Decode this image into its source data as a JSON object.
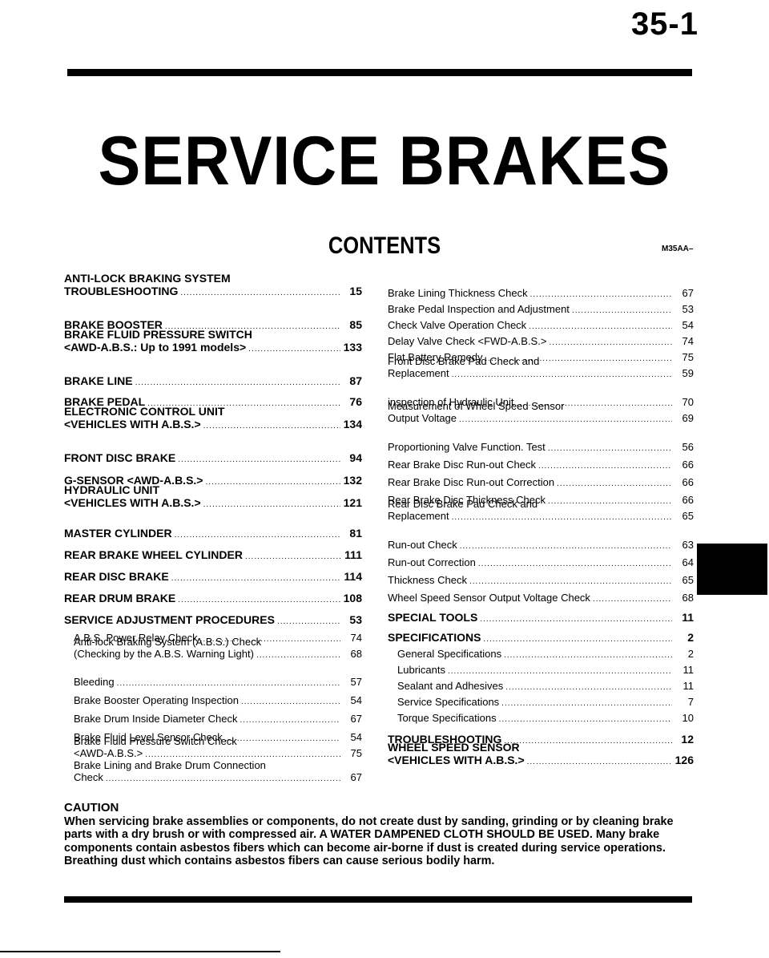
{
  "header": {
    "page_number": "35-1",
    "title": "SERVICE BRAKES",
    "contents_heading": "CONTENTS",
    "doc_code": "M35AA–"
  },
  "left_column": [
    {
      "label": "ANTI-LOCK BRAKING SYSTEM",
      "text": "TROUBLESHOOTING",
      "page": "15"
    },
    {
      "text": "BRAKE BOOSTER",
      "page": "85"
    },
    {
      "label": "BRAKE FLUID PRESSURE SWITCH",
      "text": "<AWD-A.B.S.: Up to 1991 models>",
      "page": "133"
    },
    {
      "text": "BRAKE LINE",
      "page": "87"
    },
    {
      "text": "BRAKE PEDAL",
      "page": "76"
    },
    {
      "label": "ELECTRONIC CONTROL UNIT",
      "text": "<VEHICLES WITH A.B.S.>",
      "page": "134"
    },
    {
      "text": "FRONT DISC BRAKE",
      "page": "94"
    },
    {
      "text": "G-SENSOR <AWD-A.B.S.>",
      "page": "132"
    },
    {
      "label": "HYDRAULIC UNIT",
      "text": "<VEHICLES WITH A.B.S.>",
      "page": "121"
    },
    {
      "text": "MASTER CYLINDER",
      "page": "81"
    },
    {
      "text": "REAR BRAKE WHEEL CYLINDER",
      "page": "111"
    },
    {
      "text": "REAR DISC BRAKE",
      "page": "114"
    },
    {
      "text": "REAR DRUM BRAKE",
      "page": "108"
    },
    {
      "text": "SERVICE ADJUSTMENT PROCEDURES",
      "page": "53"
    },
    {
      "text": "A.B.S. Power Relay Check",
      "page": "74"
    },
    {
      "label": "Anti-lock Braking System (A.B.S.) Check",
      "text": "(Checking by the A.B.S. Warning Light)",
      "page": "68"
    },
    {
      "text": "Bleeding",
      "page": "57"
    },
    {
      "text": "Brake Booster Operating Inspection",
      "page": "54"
    },
    {
      "text": "Brake Drum Inside Diameter Check",
      "page": "67"
    },
    {
      "text": "Brake Fluid Level Sensor Check",
      "page": "54"
    },
    {
      "label": "Brake Fluid Pressure Switch Check",
      "text": "<AWD-A.B.S.>",
      "page": "75"
    },
    {
      "label": "Brake Lining and Brake Drum Connection",
      "text": "Check",
      "page": "67"
    }
  ],
  "right_column": [
    {
      "text": "Brake Lining Thickness Check",
      "page": "67"
    },
    {
      "text": "Brake Pedal Inspection and Adjustment",
      "page": "53"
    },
    {
      "text": "Check Valve Operation Check",
      "page": "54"
    },
    {
      "text": "Delay Valve Check <FWD-A.B.S.>",
      "page": "74"
    },
    {
      "text": "Flat Battery Remedy",
      "page": "75"
    },
    {
      "label": "Front Disc Brake Pad Check and",
      "text": "Replacement",
      "page": "59"
    },
    {
      "text": "inspection of Hydraulic Unit",
      "page": "70"
    },
    {
      "label": "Measurement of Wheel Speed Sensor",
      "text": "Output Voltage",
      "page": "69"
    },
    {
      "text": "Proportioning Valve Function. Test",
      "page": "56"
    },
    {
      "text": "Rear Brake Disc Run-out Check",
      "page": "66"
    },
    {
      "text": "Rear Brake Disc Run-out Correction",
      "page": "66"
    },
    {
      "text": "Rear Brake Disc Thickness Check",
      "page": "66"
    },
    {
      "label": "Rear Disc Brake Pad Check and",
      "text": "Replacement",
      "page": "65"
    },
    {
      "text": "Run-out Check",
      "page": "63"
    },
    {
      "text": "Run-out Correction",
      "page": "64"
    },
    {
      "text": "Thickness Check",
      "page": "65"
    },
    {
      "text": "Wheel Speed Sensor Output Voltage Check",
      "page": "68"
    },
    {
      "text": "SPECIAL TOOLS",
      "page": "11"
    },
    {
      "text": "SPECIFICATIONS",
      "page": "2"
    },
    {
      "text": "General Specifications",
      "page": "2"
    },
    {
      "text": "Lubricants",
      "page": "11"
    },
    {
      "text": "Sealant and Adhesives",
      "page": "11"
    },
    {
      "text": "Service Specifications",
      "page": "7"
    },
    {
      "text": "Torque Specifications",
      "page": "10"
    },
    {
      "text": "TROUBLESHOOTING",
      "page": "12"
    },
    {
      "label": "WHEEL SPEED SENSOR",
      "text": "<VEHICLES WITH A.B.S.>",
      "page": "126"
    }
  ],
  "caution": {
    "title": "CAUTION",
    "text": "When servicing brake assemblies or components, do not create dust by sanding, grinding or by cleaning brake parts with a dry brush or with compressed air. A WATER DAMPENED CLOTH SHOULD BE USED. Many brake components contain asbestos fibers which can become air-borne if dust is created during service operations. Breathing dust which contains asbestos fibers can cause serious bodily harm."
  }
}
